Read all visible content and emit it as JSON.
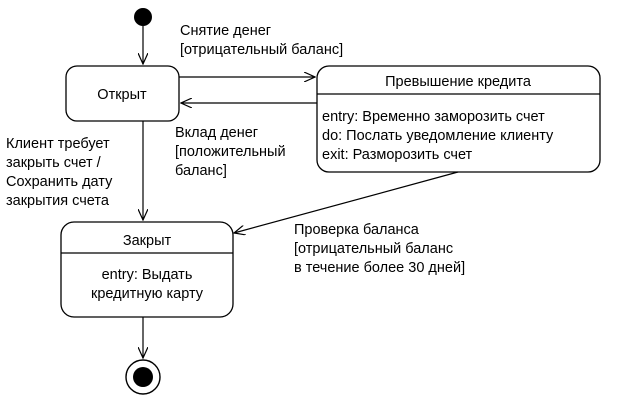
{
  "states": {
    "open": {
      "name": "Открыт"
    },
    "overdraft": {
      "name": "Превышение кредита",
      "actions": [
        "entry: Временно заморозить счет",
        "do: Послать уведомление клиенту",
        "exit: Разморозить счет"
      ]
    },
    "closed": {
      "name": "Закрыт",
      "actions": [
        "entry:  Выдать",
        "кредитную карту"
      ]
    }
  },
  "transitions": {
    "withdraw": [
      "Снятие денег",
      "[отрицательный баланс]"
    ],
    "deposit": [
      "Вклад денег",
      "[положительный",
      "баланс]"
    ],
    "close": [
      "Клиент требует",
      "закрыть счет /",
      "Сохранить дату",
      "закрытия счета"
    ],
    "check": [
      "Проверка баланса",
      "[отрицательный баланс",
      "в течение более 30 дней]"
    ]
  }
}
